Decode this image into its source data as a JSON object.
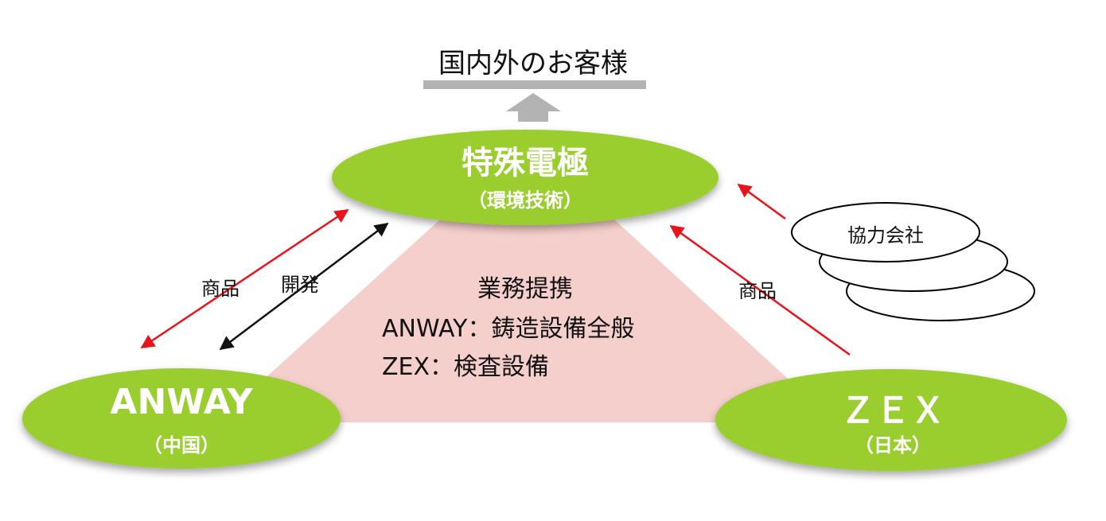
{
  "top": {
    "title": "国内外のお客様"
  },
  "center_node": {
    "title": "特殊電極",
    "subtitle": "（環境技術）"
  },
  "left_node": {
    "title": "ANWAY",
    "subtitle": "（中国）"
  },
  "right_node": {
    "title": "ＺＥＸ",
    "subtitle": "（日本）"
  },
  "center_text": {
    "heading": "業務提携",
    "line1": "ANWAY：鋳造設備全般",
    "line2": "ZEX：検査設備"
  },
  "arrows": {
    "left_red_label": "商品",
    "left_black_label": "開発",
    "right_red_label": "商品"
  },
  "partner": {
    "label": "協力会社"
  },
  "colors": {
    "node_fill": "#9acd2f",
    "triangle_fill": "#f5cfcc",
    "arrow_red": "#e8141b",
    "arrow_black": "#111111",
    "gray": "#b3b3b3"
  }
}
